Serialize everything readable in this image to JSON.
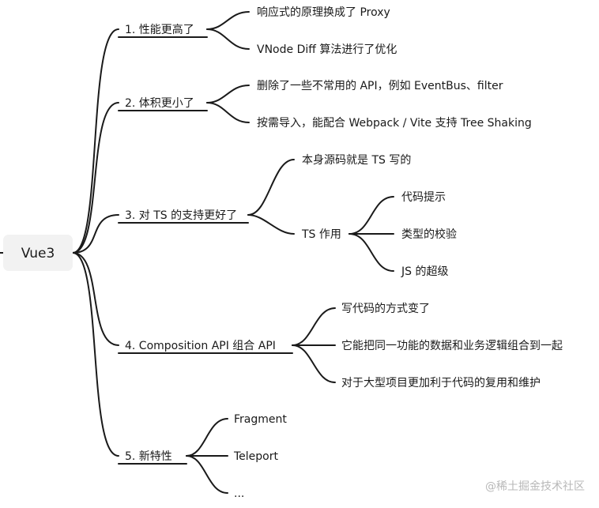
{
  "root": {
    "label": "Vue3"
  },
  "branches": [
    {
      "label": "1. 性能更高了",
      "children": [
        {
          "label": "响应式的原理换成了 Proxy"
        },
        {
          "label": "VNode Diff 算法进行了优化"
        }
      ]
    },
    {
      "label": "2. 体积更小了",
      "children": [
        {
          "label": "删除了一些不常用的 API，例如 EventBus、filter"
        },
        {
          "label": "按需导入，能配合 Webpack / Vite 支持 Tree Shaking"
        }
      ]
    },
    {
      "label": "3. 对 TS 的支持更好了",
      "children": [
        {
          "label": "本身源码就是 TS 写的"
        },
        {
          "label": "TS 作用",
          "children": [
            {
              "label": "代码提示"
            },
            {
              "label": "类型的校验"
            },
            {
              "label": "JS 的超级"
            }
          ]
        }
      ]
    },
    {
      "label": "4. Composition API 组合 API",
      "children": [
        {
          "label": "写代码的方式变了"
        },
        {
          "label": "它能把同一功能的数据和业务逻辑组合到一起"
        },
        {
          "label": "对于大型项目更加利于代码的复用和维护"
        }
      ]
    },
    {
      "label": "5. 新特性",
      "children": [
        {
          "label": "Fragment"
        },
        {
          "label": "Teleport"
        },
        {
          "label": "..."
        }
      ]
    }
  ],
  "watermark": "@稀土掘金技术社区"
}
